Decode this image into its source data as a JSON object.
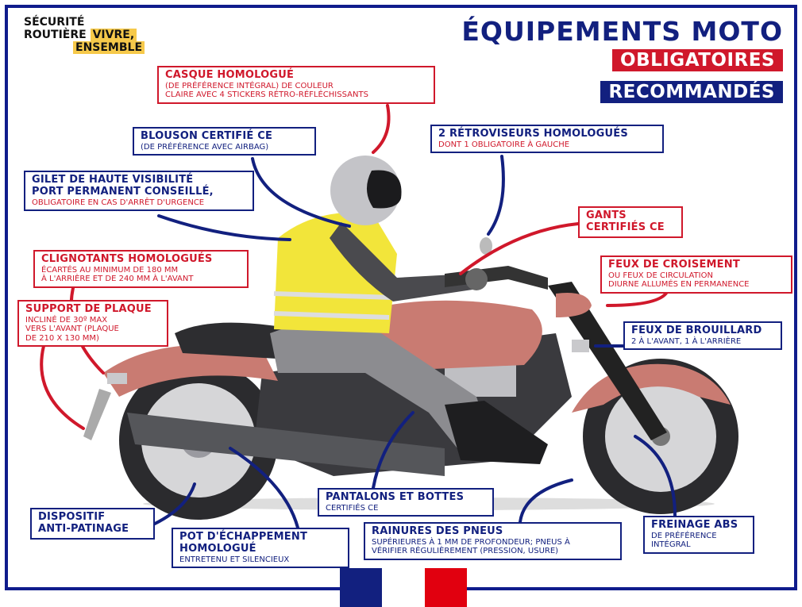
{
  "brand": {
    "line1": "SÉCURITÉ",
    "line2": "ROUTIÈRE",
    "vivre": "VIVRE,",
    "ensemble": "ENSEMBLE"
  },
  "header": {
    "title": "ÉQUIPEMENTS MOTO",
    "legend_mandatory": "OBLIGATOIRES",
    "legend_recommended": "RECOMMANDÉS"
  },
  "colors": {
    "mandatory": "#d0182b",
    "recommended": "#12207f"
  },
  "callouts": {
    "casque": {
      "title": "CASQUE HOMOLOGUÉ",
      "l1": "(DE PRÉFÉRENCE INTÉGRAL) DE COULEUR",
      "l2": "CLAIRE AVEC 4 STICKERS RÉTRO-RÉFLÉCHISSANTS"
    },
    "blouson": {
      "title": "BLOUSON CERTIFIÉ CE",
      "l1": "(DE PRÉFÉRENCE AVEC AIRBAG)"
    },
    "gilet": {
      "title1": "GILET DE HAUTE VISIBILITÉ",
      "title2": "PORT PERMANENT CONSEILLÉ,",
      "l1": "OBLIGATOIRE EN CAS D'ARRÊT D'URGENCE"
    },
    "retro": {
      "title": "2 RÉTROVISEURS HOMOLOGUÉS",
      "l1": "DONT 1 OBLIGATOIRE À GAUCHE"
    },
    "gants": {
      "title1": "GANTS",
      "title2": "CERTIFIÉS CE"
    },
    "croisement": {
      "title": "FEUX DE CROISEMENT",
      "l1": "OU FEUX DE CIRCULATION",
      "l2": "DIURNE ALLUMÉS EN PERMANENCE"
    },
    "brouillard": {
      "title": "FEUX DE BROUILLARD",
      "l1": "2 À L'AVANT, 1 À L'ARRIÈRE"
    },
    "clignotants": {
      "title": "CLIGNOTANTS HOMOLOGUÉS",
      "l1": "ÉCARTÉS AU MINIMUM DE 180 MM",
      "l2": "À L'ARRIÈRE ET DE 240 MM À L'AVANT"
    },
    "support": {
      "title": "SUPPORT DE PLAQUE",
      "l1": "INCLINÉ DE 30º MAX",
      "l2": "VERS L'AVANT (PLAQUE",
      "l3": "DE 210 X 130 MM)"
    },
    "pantalons": {
      "title": "PANTALONS ET BOTTES",
      "l1": "CERTIFIÉS CE"
    },
    "dispositif": {
      "title1": "DISPOSITIF",
      "title2": "ANTI-PATINAGE"
    },
    "pot": {
      "title1": "POT D'ÉCHAPPEMENT",
      "title2": "HOMOLOGUÉ",
      "l1": "ENTRETENU ET SILENCIEUX"
    },
    "rainures": {
      "title": "RAINURES DES PNEUS",
      "l1": "SUPÉRIEURES À 1 MM DE PROFONDEUR; PNEUS À",
      "l2": "VÉRIFIER RÉGULIÈREMENT (PRESSION, USURE)"
    },
    "freinage": {
      "title": "FREINAGE ABS",
      "l1": "DE PRÉFÉRENCE",
      "l2": "INTÉGRAL"
    }
  }
}
